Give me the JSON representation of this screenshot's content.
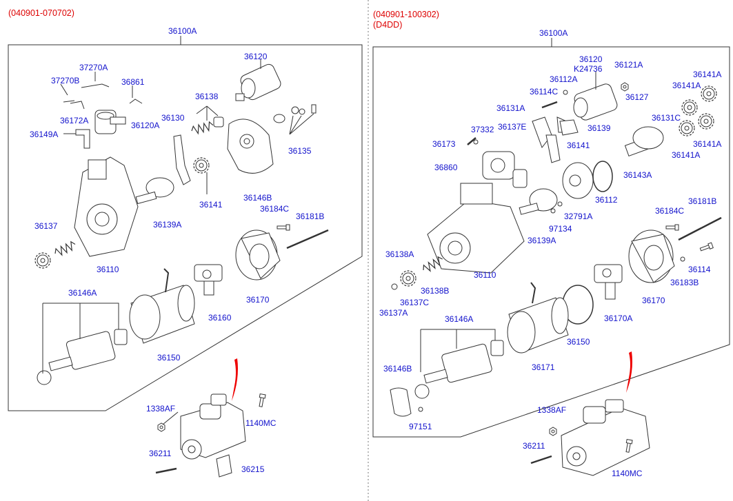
{
  "left_panel": {
    "revision": "(040901-070702)",
    "assembly_code": "36100A",
    "part_codes": [
      "36120",
      "37270A",
      "37270B",
      "36861",
      "36172A",
      "36120A",
      "36149A",
      "36138",
      "36130",
      "36135",
      "36146B",
      "36141",
      "36139A",
      "36137",
      "36110",
      "36184C",
      "36181B",
      "36146A",
      "36170",
      "36160",
      "36150",
      "1338AF",
      "1140MC",
      "36211",
      "36215"
    ]
  },
  "right_panel": {
    "revision_line1": "(040901-100302)",
    "revision_line2": "(D4DD)",
    "assembly_code": "36100A",
    "part_codes": [
      "36120",
      "K24736",
      "36121A",
      "36141A",
      "36112A",
      "36141A",
      "36114C",
      "36127",
      "36131A",
      "36139",
      "36131C",
      "36137E",
      "37332",
      "36173",
      "36141",
      "36141A",
      "36860",
      "36143A",
      "36141A",
      "36112",
      "32791A",
      "36184C",
      "36181B",
      "97134",
      "36139A",
      "36138A",
      "36110",
      "36114",
      "36138B",
      "36183B",
      "36170",
      "36137C",
      "36137A",
      "36170A",
      "36146A",
      "36146B",
      "36171",
      "36150",
      "97151",
      "1338AF",
      "36211",
      "1140MC"
    ]
  },
  "colors": {
    "label_blue": "#1111cc",
    "revision_red": "#dd0000",
    "line": "#333333"
  }
}
